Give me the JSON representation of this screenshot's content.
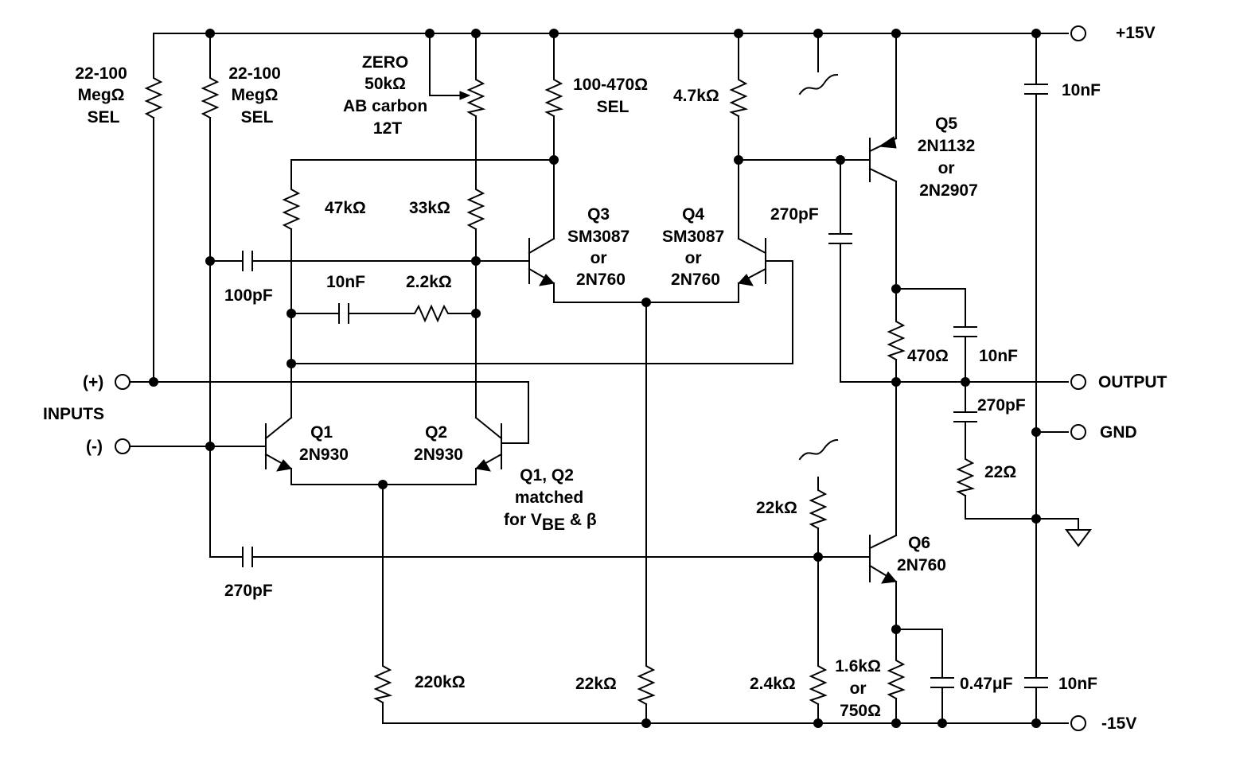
{
  "rails": {
    "pos": "+15V",
    "neg": "-15V",
    "output": "OUTPUT",
    "gnd": "GND"
  },
  "inputs": {
    "plus": "(+)",
    "minus": "(-)",
    "title": "INPUTS"
  },
  "components": {
    "r_sel_left": [
      "22-100",
      "MegΩ",
      "SEL"
    ],
    "r_sel_mid": [
      "22-100",
      "MegΩ",
      "SEL"
    ],
    "pot_zero": [
      "ZERO",
      "50kΩ",
      "AB carbon",
      "12T"
    ],
    "r_load_sel": [
      "100-470Ω",
      "SEL"
    ],
    "r_4k7": "4.7kΩ",
    "r_47k": "47kΩ",
    "r_33k": "33kΩ",
    "c_100pF": "100pF",
    "c_10nF_comp": "10nF",
    "r_2k2": "2.2kΩ",
    "c_270pF_left": "270pF",
    "c_270pF_q5": "270pF",
    "c_10nF_top": "10nF",
    "r_470": "470Ω",
    "c_10nF_out": "10nF",
    "c_270pF_out": "270pF",
    "r_22": "22Ω",
    "r_22k_q6": "22kΩ",
    "r_220k": "220kΩ",
    "r_22k_tail": "22kΩ",
    "r_2k4": "2.4kΩ",
    "r_emitter": [
      "1.6kΩ",
      "or",
      "750Ω"
    ],
    "c_047": "0.47μF",
    "c_10nF_bottom": "10nF"
  },
  "transistors": {
    "q1": [
      "Q1",
      "2N930"
    ],
    "q2": [
      "Q2",
      "2N930"
    ],
    "q3": [
      "Q3",
      "SM3087",
      "or",
      "2N760"
    ],
    "q4": [
      "Q4",
      "SM3087",
      "or",
      "2N760"
    ],
    "q5": [
      "Q5",
      "2N1132",
      "or",
      "2N2907"
    ],
    "q6": [
      "Q6",
      "2N760"
    ]
  },
  "notes": {
    "matched_line1": "Q1, Q2",
    "matched_line2": "matched",
    "matched_for": "for V",
    "matched_sub": "BE",
    "matched_end": " & β"
  }
}
